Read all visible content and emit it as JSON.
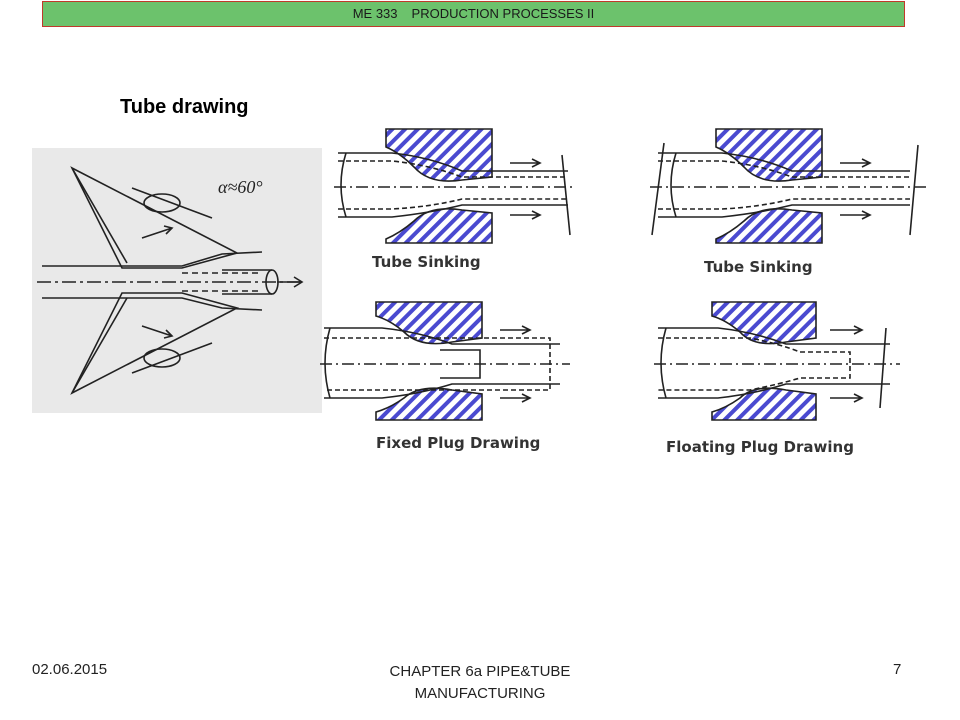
{
  "header": {
    "course": "ME 333",
    "course_title": "PRODUCTION PROCESSES II"
  },
  "slide": {
    "title": "Tube drawing"
  },
  "sketch": {
    "angle_label": "α≈60°"
  },
  "figures": [
    {
      "label": "Tube Sinking"
    },
    {
      "label": "Tube Sinking"
    },
    {
      "label": "Fixed Plug Drawing"
    },
    {
      "label": "Floating Plug Drawing"
    }
  ],
  "footer": {
    "date": "02.06.2015",
    "chapter": "CHAPTER 6a PIPE&TUBE MANUFACTURING",
    "page": "7"
  },
  "colors": {
    "header_bg": "#6cc26c",
    "header_border": "#c0392b",
    "die_fill": "#4a4ad0"
  }
}
